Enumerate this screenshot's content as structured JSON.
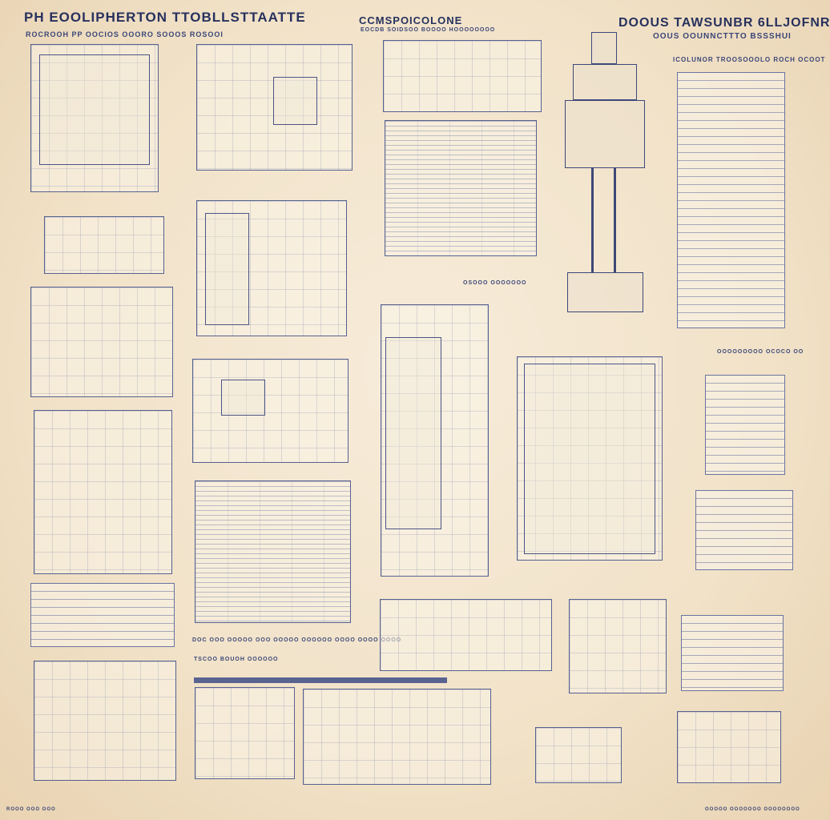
{
  "header": {
    "left_title": "PH EOOLIPHERTON TTOBLLSTTAATTE",
    "left_subtitle": "ROCROOH PP OOCIOS OOORO SOOOS ROSOOI",
    "center_title": "CCMSPOICOLONE",
    "center_subtitle": "EOCDB SOIDSOO BOOOO HOOOOOOOO",
    "right_title": "DOOUS TAWSUNBR 6LLJOFNR",
    "right_subtitle": "OOUS OOUNNCTTTO BSSSHUI",
    "right_notes_heading": "ICOLUNOR TROOSOOOLO ROCH OCOOT"
  },
  "captions": {
    "mid_strip": "TSCOO BOUOH OOOOOO",
    "center_plan": "OSOOO OOOOOOO",
    "bottom_row": "DOC OOO OOOOO OOO OOOOO OOOOOO OOOO OOOO OOOO",
    "right_small": "OOOOOOOOO OCOCO OO",
    "footer_left": "ROOO OOO OOO",
    "footer_right": "OOOOO OOOOOOO OOOOOOOO"
  },
  "colors": {
    "paper": "#f1e2c8",
    "ink": "#2b3766",
    "line": "#56618f"
  }
}
